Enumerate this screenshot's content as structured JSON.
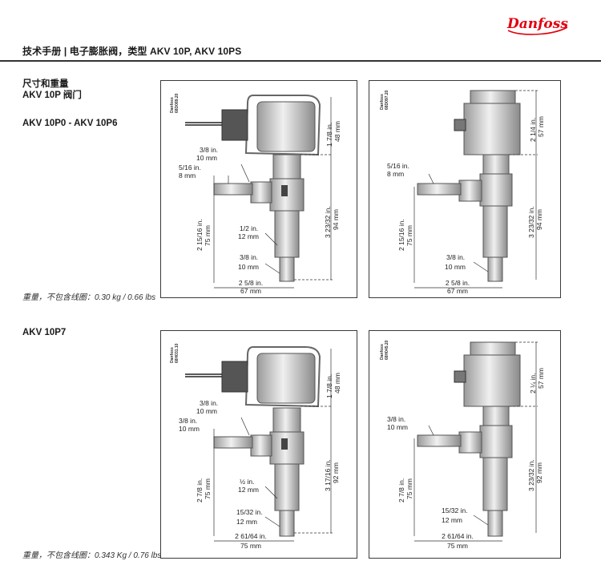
{
  "brand": {
    "logo_text": "Danfoss",
    "color": "#e2000f"
  },
  "header": {
    "title": "技术手册 | 电子膨胀阀，类型 AKV 10P, AKV 10PS"
  },
  "section1": {
    "title_line1": "尺寸和重量",
    "title_line2": "AKV 10P 阀门",
    "subtitle": "AKV 10P0 - AKV 10P6",
    "weight": "重量，不包含线圈：0.30 kg / 0.66 lbs"
  },
  "section2": {
    "title": "AKV 10P7",
    "weight": "重量，不包含线圈：0.343 Kg / 0.76 lbs"
  },
  "panel1": {
    "code_line1": "Danfoss",
    "code_line2": "68D089.20",
    "top_in": "1 7/8 in.",
    "top_mm": "48 mm",
    "in_a": "3/8 in.",
    "mm_a": "10 mm",
    "in_b": "5/16 in.",
    "mm_b": "8 mm",
    "right_in": "3 23/32 in.",
    "right_mm": "94 mm",
    "left_in": "2 15/16 in.",
    "left_mm": "75 mm",
    "in_c": "1/2 in.",
    "mm_c": "12 mm",
    "in_d": "3/8 in.",
    "mm_d": "10 mm",
    "bottom_in": "2 5/8 in.",
    "bottom_mm": "67 mm"
  },
  "panel2": {
    "code_line1": "Danfoss",
    "code_line2": "68D097.20",
    "top_in": "2 1/4 in.",
    "top_mm": "57 mm",
    "in_b": "5/16 in.",
    "mm_b": "8 mm",
    "right_in": "3 23/32 in.",
    "right_mm": "94 mm",
    "left_in": "2 15/16 in.",
    "left_mm": "75 mm",
    "in_d": "3/8 in.",
    "mm_d": "10 mm",
    "bottom_in": "2 5/8 in.",
    "bottom_mm": "67 mm"
  },
  "panel3": {
    "code_line1": "Danfoss",
    "code_line2": "68H031.10",
    "top_in": "1 7/8 in.",
    "top_mm": "48 mm",
    "in_a": "3/8 in.",
    "mm_a": "10 mm",
    "in_b": "3/8 in.",
    "mm_b": "10 mm",
    "right_in": "3 17/16 in.",
    "right_mm": "92 mm",
    "left_in": "2 7/8 in.",
    "left_mm": "75 mm",
    "in_c": "½ in.",
    "mm_c": "12 mm",
    "in_d": "15/32 in.",
    "mm_d": "12 mm",
    "bottom_in": "2 61/64 in.",
    "bottom_mm": "75 mm"
  },
  "panel4": {
    "code_line1": "Danfoss",
    "code_line2": "68H045.20",
    "top_in": "2 ¼ in.",
    "top_mm": "57 mm",
    "in_b": "3/8 in.",
    "mm_b": "10 mm",
    "right_in": "3 23/32 in.",
    "right_mm": "92 mm",
    "left_in": "2 7/8 in.",
    "left_mm": "75 mm",
    "in_d": "15/32 in.",
    "mm_d": "12 mm",
    "bottom_in": "2 61/64 in.",
    "bottom_mm": "75 mm"
  }
}
